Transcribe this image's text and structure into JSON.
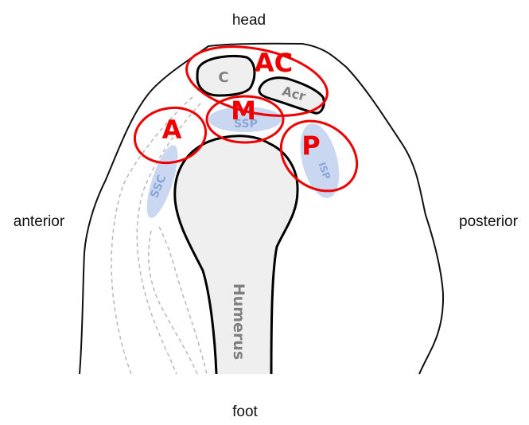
{
  "orientation": {
    "head": "head",
    "foot": "foot",
    "anterior": "anterior",
    "posterior": "posterior"
  },
  "bones": {
    "coracoid": "C",
    "acromion": "Acr",
    "humerus": "Humerus"
  },
  "muscles": {
    "supraspinatus": "SSP",
    "subscapularis": "SSC",
    "infraspinatus": "ISP"
  },
  "regions": {
    "acromioclavicular": "AC",
    "middle": "M",
    "anterior": "A",
    "posterior": "P"
  },
  "colors": {
    "region": "#ee0000",
    "muscle_fill": "#c9d7f1",
    "muscle_text": "#8aa6d6",
    "bone_fill": "#efefef",
    "bone_text": "#808080"
  }
}
